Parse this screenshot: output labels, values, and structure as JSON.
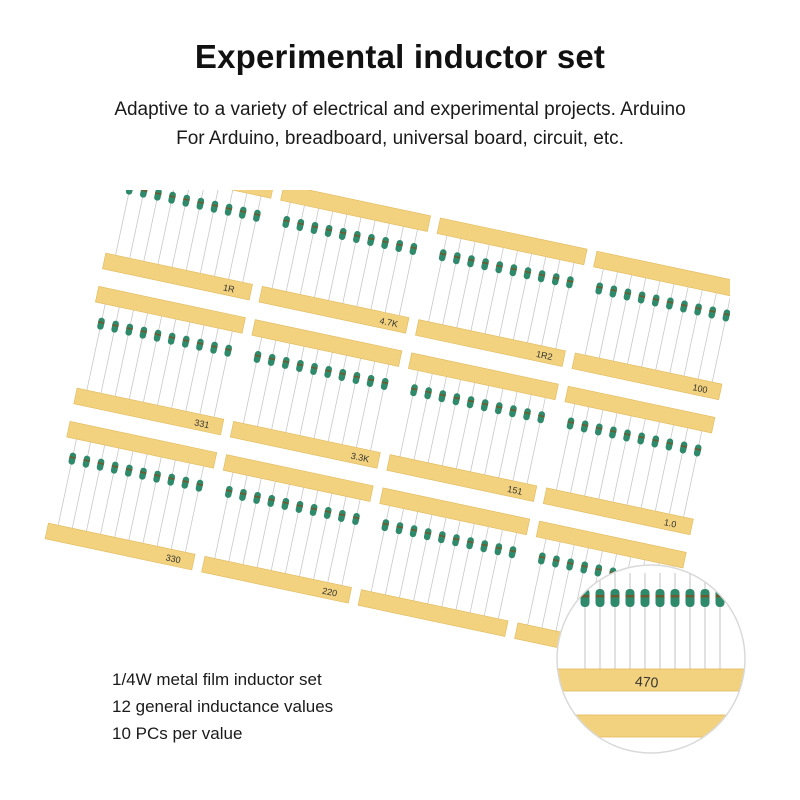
{
  "header": {
    "title": "Experimental inductor set",
    "subtitle_line1": "Adaptive to a variety of electrical and experimental projects. Arduino",
    "subtitle_line2": "For Arduino, breadboard, universal board, circuit, etc."
  },
  "features": [
    "1/4W metal film inductor set",
    "12 general inductance values",
    "10 PCs per value"
  ],
  "tape_labels": [
    "1R",
    "4.7K",
    "1R2",
    "100",
    "331",
    "3.3K",
    "151",
    "1.0",
    "330",
    "220"
  ],
  "zoom": {
    "label": "470"
  },
  "colors": {
    "tape": "#f2d27e",
    "tape_edge": "#e2b95a",
    "inductor_body": "#2f8a6b",
    "inductor_band": "#6e5a2e",
    "lead": "#c8c8c8"
  }
}
